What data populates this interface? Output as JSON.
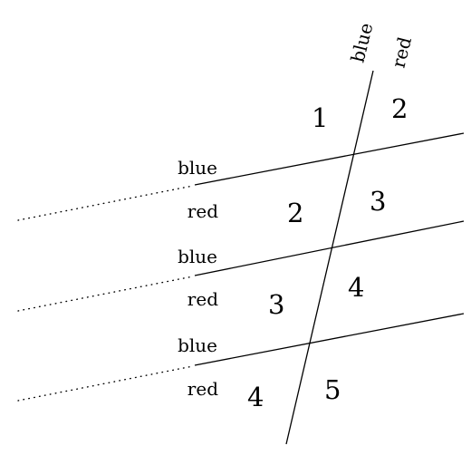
{
  "diagram": {
    "top_labels": {
      "left": "blue",
      "right": "red"
    },
    "bands": [
      {
        "upper_label": "blue",
        "lower_label": "red"
      },
      {
        "upper_label": "blue",
        "lower_label": "red"
      },
      {
        "upper_label": "blue",
        "lower_label": "red"
      }
    ],
    "regions": {
      "left": [
        "1",
        "2",
        "3",
        "4"
      ],
      "right": [
        "2",
        "3",
        "4",
        "5"
      ]
    }
  }
}
